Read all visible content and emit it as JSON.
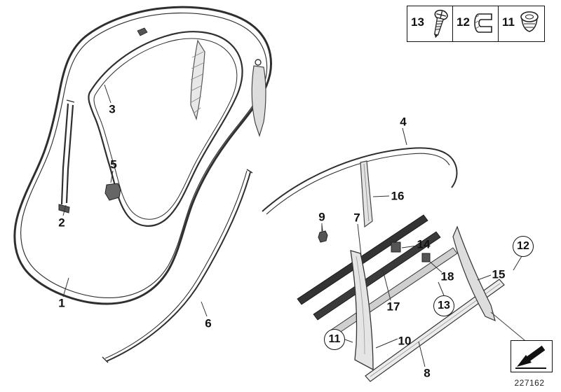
{
  "diagram": {
    "footer_code": "227162",
    "legend": {
      "items": [
        {
          "label": "13",
          "icon": "screw-icon"
        },
        {
          "label": "12",
          "icon": "sheet-metal-clip-icon"
        },
        {
          "label": "11",
          "icon": "grommet-nut-icon"
        }
      ]
    },
    "callouts": {
      "n1": "1",
      "n2": "2",
      "n3": "3",
      "n4": "4",
      "n5": "5",
      "n6": "6",
      "n7": "7",
      "n8": "8",
      "n9": "9",
      "n10": "10",
      "n11": "11",
      "n12": "12",
      "n13": "13",
      "n14": "14",
      "n15": "15",
      "n16": "16",
      "n17": "17",
      "n18": "18"
    },
    "colors": {
      "line": "#2f2f2f",
      "dark_strip": "#333333",
      "light_fill": "#e6e6e6"
    }
  }
}
